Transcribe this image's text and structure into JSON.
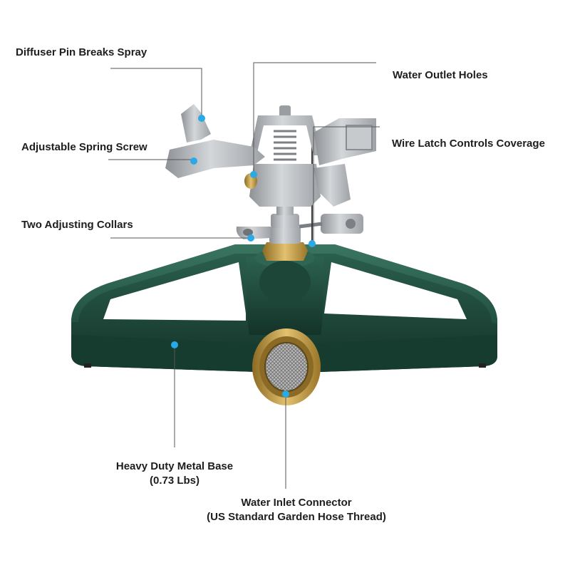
{
  "callouts": {
    "diffuser_pin": "Diffuser Pin Breaks Spray",
    "spring_screw": "Adjustable Spring Screw",
    "adjusting_collars": "Two Adjusting Collars",
    "outlet_holes": "Water Outlet Holes",
    "wire_latch": "Wire Latch Controls Coverage",
    "metal_base_title": "Heavy Duty Metal Base",
    "metal_base_weight": "(0.73 Lbs)",
    "inlet_title": "Water Inlet Connector",
    "inlet_detail": "(US Standard Garden Hose Thread)"
  },
  "colors": {
    "base_green": "#1f4a3c",
    "metal_gray": "#b5b8bc",
    "brass": "#c9a24a",
    "dot_blue": "#29a9e6",
    "leader_line": "#555555"
  }
}
